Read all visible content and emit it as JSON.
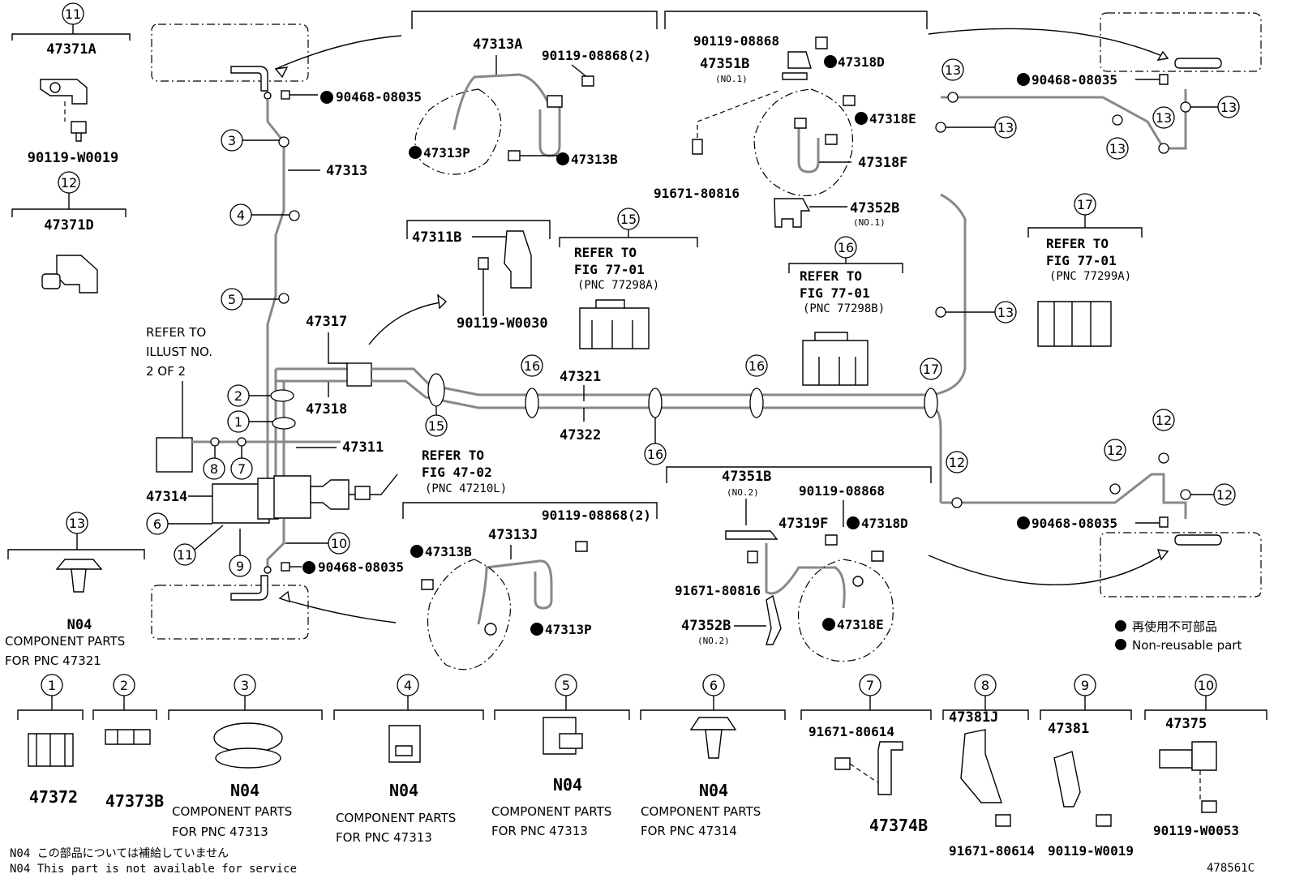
{
  "callouts": {
    "c1": "1",
    "c2": "2",
    "c3": "3",
    "c4": "4",
    "c5": "5",
    "c6": "6",
    "c7": "7",
    "c8": "8",
    "c9": "9",
    "c10": "10",
    "c11": "11",
    "c12": "12",
    "c13": "13",
    "c15": "15",
    "c16": "16",
    "c17": "17"
  },
  "parts": {
    "p47371A": "47371A",
    "p90119W0019": "90119-W0019",
    "p47371D": "47371D",
    "p47313A": "47313A",
    "p90119_08868_2": "90119-08868(2)",
    "p47313P": "47313P",
    "p47313B": "47313B",
    "p90468_08035": "90468-08035",
    "p47313": "47313",
    "p90119_08868": "90119-08868",
    "p47351B": "47351B",
    "no1": "(NO.1)",
    "p47318D": "47318D",
    "p47318E": "47318E",
    "p47318F": "47318F",
    "p91671_80816": "91671-80816",
    "p47352B": "47352B",
    "p47311B": "47311B",
    "p90119W0030": "90119-W0030",
    "p47317": "47317",
    "p47318": "47318",
    "p47311": "47311",
    "p47314": "47314",
    "p47321": "47321",
    "p47322": "47322",
    "p47313J": "47313J",
    "no2": "(NO.2)",
    "p47319F": "47319F",
    "p47372": "47372",
    "p47373B": "47373B",
    "n04": "N04",
    "p91671_80614": "91671-80614",
    "p47374B": "47374B",
    "p47381J": "47381J",
    "p47381": "47381",
    "p47375": "47375",
    "p90119W0053": "90119-W0053",
    "fig_id": "478561C"
  },
  "refs": {
    "refer_to": "REFER TO",
    "fig7701": "FIG 77-01",
    "pnc77298A": "(PNC 77298A)",
    "pnc77298B": "(PNC 77298B)",
    "pnc77299A": "(PNC 77299A)",
    "fig4702": "FIG 47-02",
    "pnc47210L": "(PNC 47210L)",
    "illust_line1": "REFER TO",
    "illust_line2": "ILLUST NO.",
    "illust_line3": "2 OF 2"
  },
  "notes": {
    "component_parts": "COMPONENT PARTS",
    "for47321": "FOR PNC 47321",
    "for47313": "FOR PNC 47313",
    "for47314": "FOR PNC 47314",
    "legend_jp": "再使用不可部品",
    "legend_en": "Non-reusable part",
    "footnote_jp": "N04 この部品については補給していません",
    "footnote_en": "N04 This part is not available for service"
  }
}
